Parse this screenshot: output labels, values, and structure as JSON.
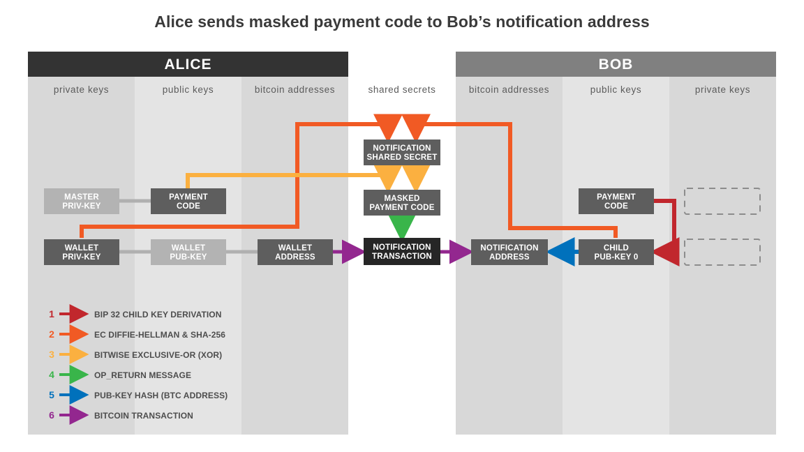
{
  "title": "Alice sends masked payment code to Bob’s notification address",
  "parties": [
    {
      "name": "ALICE",
      "color": "#333333"
    },
    {
      "name": "BOB",
      "color": "#808080"
    }
  ],
  "columns": [
    {
      "label": "private keys",
      "bg": "#d8d8d8"
    },
    {
      "label": "public keys",
      "bg": "#e4e4e4"
    },
    {
      "label": "bitcoin addresses",
      "bg": "#d8d8d8"
    },
    {
      "label": "shared secrets",
      "bg": "#ffffff"
    },
    {
      "label": "bitcoin addresses",
      "bg": "#d8d8d8"
    },
    {
      "label": "public keys",
      "bg": "#e4e4e4"
    },
    {
      "label": "private keys",
      "bg": "#d8d8d8"
    }
  ],
  "nodes": [
    {
      "id": "master-priv-key",
      "line1": "MASTER",
      "line2": "PRIV-KEY",
      "state": "inactive"
    },
    {
      "id": "alice-payment-code",
      "line1": "PAYMENT",
      "line2": "CODE",
      "state": "active"
    },
    {
      "id": "notification-shared-secret",
      "line1": "NOTIFICATION",
      "line2": "SHARED SECRET",
      "state": "active"
    },
    {
      "id": "masked-payment-code",
      "line1": "MASKED",
      "line2": "PAYMENT CODE",
      "state": "active"
    },
    {
      "id": "bob-payment-code",
      "line1": "PAYMENT",
      "line2": "CODE",
      "state": "active"
    },
    {
      "id": "wallet-priv-key",
      "line1": "WALLET",
      "line2": "PRIV-KEY",
      "state": "active"
    },
    {
      "id": "wallet-pub-key",
      "line1": "WALLET",
      "line2": "PUB-KEY",
      "state": "inactive"
    },
    {
      "id": "wallet-address",
      "line1": "WALLET",
      "line2": "ADDRESS",
      "state": "active"
    },
    {
      "id": "notification-transaction",
      "line1": "NOTIFICATION",
      "line2": "TRANSACTION",
      "state": "emphasis"
    },
    {
      "id": "notification-address",
      "line1": "NOTIFICATION",
      "line2": "ADDRESS",
      "state": "active"
    },
    {
      "id": "child-pub-key-0",
      "line1": "CHILD",
      "line2": "PUB-KEY 0",
      "state": "active"
    }
  ],
  "placeholders": [
    {
      "id": "bob-priv-key-placeholder-1"
    },
    {
      "id": "bob-priv-key-placeholder-2"
    }
  ],
  "legend": [
    {
      "num": "1",
      "label": "BIP 32 CHILD KEY DERIVATION",
      "color": "#c1272d"
    },
    {
      "num": "2",
      "label": "EC DIFFIE-HELLMAN & SHA-256",
      "color": "#f15a24"
    },
    {
      "num": "3",
      "label": "BITWISE EXCLUSIVE-OR (XOR)",
      "color": "#fbb040"
    },
    {
      "num": "4",
      "label": "OP_RETURN MESSAGE",
      "color": "#39b54a"
    },
    {
      "num": "5",
      "label": "PUB-KEY HASH (BTC ADDRESS)",
      "color": "#0071bc"
    },
    {
      "num": "6",
      "label": "BITCOIN TRANSACTION",
      "color": "#93278f"
    }
  ],
  "colors": {
    "node_active": "#5e5e5e",
    "node_inactive": "#b3b3b3",
    "node_emphasis": "#262626",
    "plain_connector": "#b0b0b0",
    "placeholder_stroke": "#8c8c8c",
    "title_text": "#3a3a3a"
  }
}
